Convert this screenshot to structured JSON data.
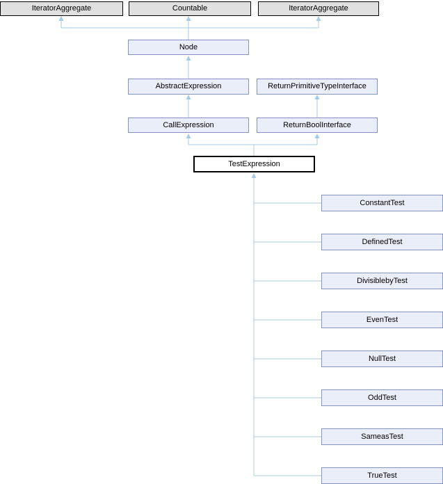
{
  "diagram": {
    "kind": "class-inheritance-graph",
    "current_class": "TestExpression",
    "colors": {
      "background": "#ffffff",
      "edge_line": "#a7cbe5",
      "external_box_fill": "#e0e0e0",
      "external_box_border": "#000000",
      "class_box_fill": "#e9eef8",
      "class_box_border": "#8094c1",
      "current_box_fill": "#ffffff",
      "current_box_border": "#000000"
    },
    "nodes": {
      "iterator_aggregate_left": {
        "label": "IteratorAggregate"
      },
      "countable": {
        "label": "Countable"
      },
      "iterator_aggregate_right": {
        "label": "IteratorAggregate"
      },
      "node": {
        "label": "Node"
      },
      "abstract_expression": {
        "label": "AbstractExpression"
      },
      "return_primitive_type_interface": {
        "label": "ReturnPrimitiveTypeInterface"
      },
      "call_expression": {
        "label": "CallExpression"
      },
      "return_bool_interface": {
        "label": "ReturnBoolInterface"
      },
      "test_expression": {
        "label": "TestExpression"
      },
      "constant_test": {
        "label": "ConstantTest"
      },
      "defined_test": {
        "label": "DefinedTest"
      },
      "divisibleby_test": {
        "label": "DivisiblebyTest"
      },
      "even_test": {
        "label": "EvenTest"
      },
      "null_test": {
        "label": "NullTest"
      },
      "odd_test": {
        "label": "OddTest"
      },
      "sameas_test": {
        "label": "SameasTest"
      },
      "true_test": {
        "label": "TrueTest"
      }
    },
    "edges": [
      {
        "from": "Node",
        "to": "IteratorAggregate (left)"
      },
      {
        "from": "Node",
        "to": "Countable"
      },
      {
        "from": "Node",
        "to": "IteratorAggregate (right)"
      },
      {
        "from": "AbstractExpression",
        "to": "Node"
      },
      {
        "from": "CallExpression",
        "to": "AbstractExpression"
      },
      {
        "from": "ReturnBoolInterface",
        "to": "ReturnPrimitiveTypeInterface"
      },
      {
        "from": "TestExpression",
        "to": "CallExpression"
      },
      {
        "from": "TestExpression",
        "to": "ReturnBoolInterface"
      },
      {
        "from": "ConstantTest",
        "to": "TestExpression"
      },
      {
        "from": "DefinedTest",
        "to": "TestExpression"
      },
      {
        "from": "DivisiblebyTest",
        "to": "TestExpression"
      },
      {
        "from": "EvenTest",
        "to": "TestExpression"
      },
      {
        "from": "NullTest",
        "to": "TestExpression"
      },
      {
        "from": "OddTest",
        "to": "TestExpression"
      },
      {
        "from": "SameasTest",
        "to": "TestExpression"
      },
      {
        "from": "TrueTest",
        "to": "TestExpression"
      }
    ]
  }
}
